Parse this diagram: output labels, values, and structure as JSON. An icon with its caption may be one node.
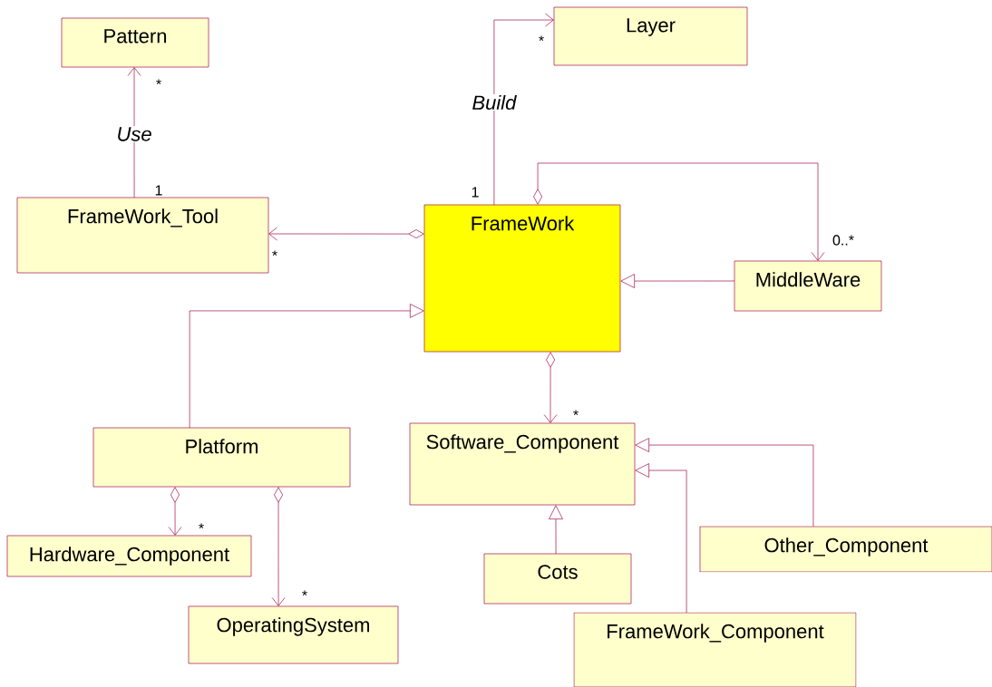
{
  "diagram": {
    "nodes": [
      {
        "text": [
          "Pattern"
        ]
      },
      {
        "text": [
          "Layer"
        ]
      },
      {
        "text": [
          "FrameWork_Tool"
        ]
      },
      {
        "text": [
          "FrameWork"
        ]
      },
      {
        "text": [
          "MiddleWare"
        ]
      },
      {
        "text": [
          "Platform"
        ]
      },
      {
        "text": [
          "Software_Component"
        ]
      },
      {
        "text": [
          "Hardware_Component"
        ]
      },
      {
        "text": [
          "OperatingSystem"
        ]
      },
      {
        "text": [
          "Cots"
        ]
      },
      {
        "text": [
          "Other_Component"
        ]
      },
      {
        "text": [
          "FrameWork_Component"
        ]
      }
    ],
    "edges": [
      {
        "from": 2,
        "to": 0,
        "arrow": "to",
        "label": "Use"
      },
      {
        "from": 3,
        "to": 1,
        "arrow": "to",
        "label": "Build"
      },
      {
        "from": 3,
        "to": 2,
        "arrow": "to"
      },
      {
        "from": 3,
        "to": 4,
        "arrow": "to"
      },
      {
        "from": 4,
        "to": 3,
        "arrow": "to"
      },
      {
        "from": 5,
        "to": 3,
        "arrow": "to"
      },
      {
        "from": 3,
        "to": 6,
        "arrow": "to"
      },
      {
        "from": 5,
        "to": 7,
        "arrow": "to"
      },
      {
        "from": 5,
        "to": 8,
        "arrow": "to"
      },
      {
        "from": 9,
        "to": 6,
        "arrow": "to"
      },
      {
        "from": 10,
        "to": 6,
        "arrow": "to"
      },
      {
        "from": 11,
        "to": 6,
        "arrow": "to"
      }
    ],
    "labels": [
      "*",
      "1",
      "*",
      "1",
      "*",
      "0..*",
      "*",
      "*",
      "*"
    ]
  }
}
